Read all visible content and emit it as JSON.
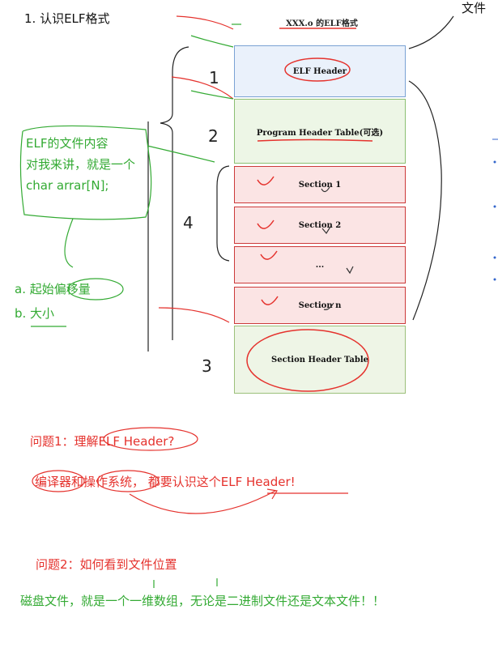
{
  "page": {
    "title": "1. 认识ELF格式",
    "corner_text": "文件"
  },
  "diagram": {
    "title": "XXX.o 的ELF格式",
    "blocks": {
      "elf_header": "ELF Header",
      "program_header_table": "Program Header Table(可选)",
      "section_1": "Section 1",
      "section_2": "Section 2",
      "section_dots": "...",
      "section_n": "Section n",
      "section_header_table": "Section Header Table"
    },
    "numbers": [
      "1",
      "2",
      "4",
      "3"
    ]
  },
  "note": {
    "line1": "ELF的文件内容",
    "line2": "对我来讲，就是一个",
    "line3": "char arrar[N];",
    "a": "a. 起始偏移量",
    "b": "b. 大小"
  },
  "questions": {
    "q1": "问题1：理解ELF Header?",
    "q1_answer": "编译器和操作系统，  都要认识这个ELF Header!",
    "q2": "问题2：如何看到文件位置",
    "disk_note": "磁盘文件，就是一个一维数组，无论是二进制文件还是文本文件！！"
  },
  "colors": {
    "red": "#e5322d",
    "green": "#33aa33",
    "blue_block": "#eaf1fb",
    "green_block": "#edf6e6",
    "red_block": "#fbe4e4"
  }
}
